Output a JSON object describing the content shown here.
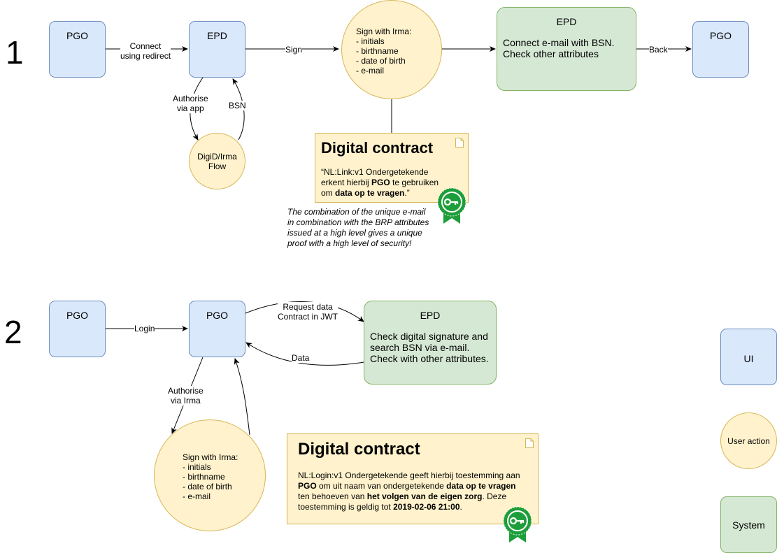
{
  "step1": {
    "number": "1",
    "pgo_start": "PGO",
    "epd_main": "EPD",
    "edge_connect": "Connect\nusing redirect",
    "edge_authorise": "Authorise\nvia app",
    "edge_bsn": "BSN",
    "digid_flow": "DigiD/Irma\nFlow",
    "edge_sign": "Sign",
    "irma_title": "Sign with Irma:",
    "irma_attrs": [
      "- initials",
      "- birthname",
      "- date of birth",
      "- e-mail"
    ],
    "epd_check_title": "EPD",
    "epd_check_text": "Connect e-mail with BSN.\nCheck other attributes",
    "edge_back": "Back",
    "pgo_end": "PGO",
    "contract": {
      "title": "Digital contract",
      "parts": [
        {
          "t": "“NL:Link:v1 Ondergetekende erkent hierbij ",
          "b": false
        },
        {
          "t": "PGO",
          "b": true
        },
        {
          "t": " te gebruiken om ",
          "b": false
        },
        {
          "t": "data op te vragen",
          "b": true
        },
        {
          "t": ".”",
          "b": false
        }
      ]
    },
    "security_note": "The combination of the unique e-mail in combination with the BRP attributes issued at a high level gives a unique proof with a high level of security!"
  },
  "step2": {
    "number": "2",
    "pgo_start": "PGO",
    "edge_login": "Login",
    "pgo_main": "PGO",
    "edge_request": "Request data\nContract in JWT",
    "edge_data": "Data",
    "epd_title": "EPD",
    "epd_text": "Check digital signature and\nsearch BSN via e-mail.\nCheck with other attributes.",
    "edge_authorise": "Authorise\nvia Irma",
    "irma_title": "Sign with Irma:",
    "irma_attrs": [
      "- initials",
      "- birthname",
      "- date of birth",
      "- e-mail"
    ],
    "contract": {
      "title": "Digital contract",
      "parts": [
        {
          "t": "NL:Login:v1 Ondergetekende geeft hierbij toestemming aan ",
          "b": false
        },
        {
          "t": "PGO",
          "b": true
        },
        {
          "t": " om uit naam van ondergetekende ",
          "b": false
        },
        {
          "t": "data op te vragen",
          "b": true
        },
        {
          "t": " ten behoeven van ",
          "b": false
        },
        {
          "t": "het volgen van de eigen zorg",
          "b": true
        },
        {
          "t": ". Deze toestemming is geldig tot ",
          "b": false
        },
        {
          "t": "2019-02-06 21:00",
          "b": true
        },
        {
          "t": ".",
          "b": false
        }
      ]
    }
  },
  "legend": {
    "ui": "UI",
    "user_action": "User action",
    "system": "System"
  },
  "colors": {
    "ui_fill": "#dae8fc",
    "ui_stroke": "#6c8ebf",
    "user_fill": "#fff2cc",
    "user_stroke": "#d6b656",
    "system_fill": "#d5e8d4",
    "system_stroke": "#82b366",
    "seal_green": "#1e9e3a"
  }
}
